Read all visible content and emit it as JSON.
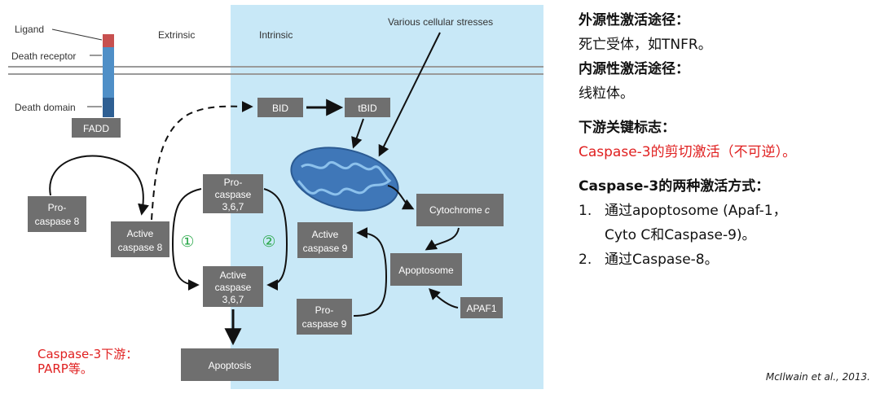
{
  "diagram": {
    "membrane_labels": {
      "ligand": "Ligand",
      "death_receptor": "Death receptor",
      "death_domain": "Death domain"
    },
    "region_labels": {
      "extrinsic": "Extrinsic",
      "intrinsic": "Intrinsic",
      "stresses": "Various cellular stresses"
    },
    "boxes": {
      "fadd": "FADD",
      "procaspase8": [
        "Pro-",
        "caspase 8"
      ],
      "active_caspase8": [
        "Active",
        "caspase 8"
      ],
      "procaspase367": [
        "Pro-",
        "caspase",
        "3,6,7"
      ],
      "active_caspase367": [
        "Active",
        "caspase",
        "3,6,7"
      ],
      "apoptosis": "Apoptosis",
      "bid": "BID",
      "tbid": "tBID",
      "cytochrome_c": [
        "Cytochrome ",
        "c"
      ],
      "apoptosome": "Apoptosome",
      "active_caspase9": [
        "Active",
        "caspase 9"
      ],
      "procaspase9": [
        "Pro-",
        "caspase 9"
      ],
      "apaf1": "APAF1"
    },
    "pathway_markers": [
      "①",
      "②"
    ],
    "downstream_note": [
      "Caspase-3下游：",
      "PARP等。"
    ],
    "colors": {
      "intrinsic_bg": "#c8e8f7",
      "box_fill": "#6f6f6f",
      "receptor_blue": "#4f8fc7",
      "receptor_dark": "#2e5f93",
      "ligand_red": "#c7504f",
      "mito_blue": "#3f77b8",
      "marker_green": "#2aa84a",
      "note_red": "#e02020"
    }
  },
  "notes": {
    "extrinsic_title": "外源性激活途径：",
    "extrinsic_text": "死亡受体，如TNFR。",
    "intrinsic_title": "内源性激活途径：",
    "intrinsic_text": "线粒体。",
    "marker_title": "下游关键标志：",
    "marker_text": "Caspase-3的剪切激活（不可逆）。",
    "methods_title": "Caspase-3的两种激活方式：",
    "methods": [
      {
        "num": "1.",
        "line1": "通过apoptosome (Apaf-1，",
        "line2": "Cyto C和Caspase-9)。"
      },
      {
        "num": "2.",
        "line1": "通过Caspase-8。"
      }
    ]
  },
  "citation": "McIlwain et al., 2013."
}
